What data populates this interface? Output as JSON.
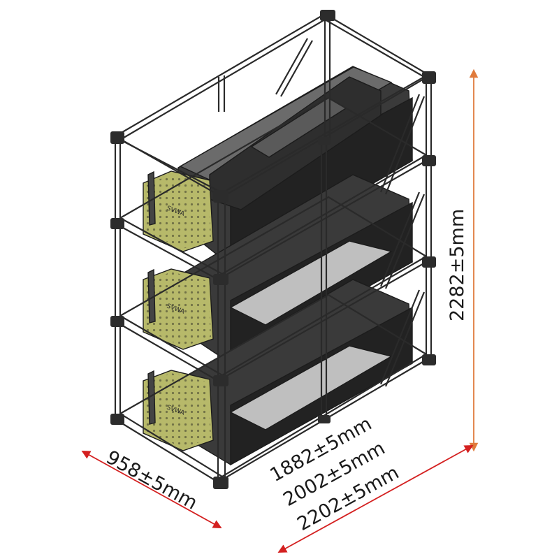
{
  "dimensions": {
    "height_label": "2282±5mm",
    "depth_label": "958±5mm",
    "length_label_1": "1882±5mm",
    "length_label_2": "2002±5mm",
    "length_label_3": "2202±5mm"
  },
  "unit_logo_text": "SVWA",
  "colors": {
    "height_arrow": "#e07b3c",
    "width_arrow": "#d42020",
    "unit_face": "#b7b96a",
    "unit_body": "#2a2a2a"
  }
}
